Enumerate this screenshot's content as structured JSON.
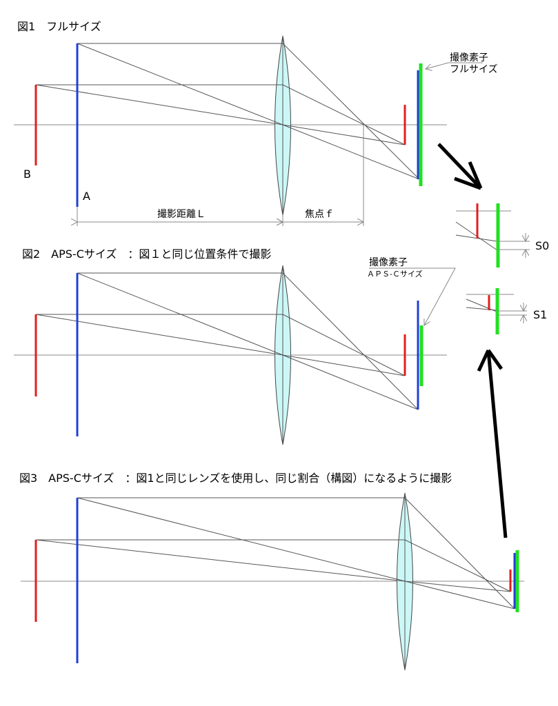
{
  "fig1": {
    "title": "図1　フルサイズ",
    "label_b": "B",
    "label_a": "A",
    "distance_label": "撮影距離Ｌ",
    "focal_label": "焦点ｆ",
    "sensor_label_1": "撮像素子",
    "sensor_label_2": "フルサイズ"
  },
  "fig2": {
    "title": "図2　APS-Cサイズ　：図１と同じ位置条件で撮影",
    "sensor_label_1": "撮像素子",
    "sensor_label_2": "ＡＰＳ-Ｃサイズ"
  },
  "fig3": {
    "title": "図3　APS-Cサイズ　：図1と同じレンズを使用し、同じ割合（構図）になるように撮影"
  },
  "insets": {
    "s0_label": "S0",
    "s1_label": "S1"
  },
  "colors": {
    "subject_b": "#e21d1d",
    "subject_a": "#1f3fd6",
    "sensor": "#22e022",
    "lens": "#ccf7f7"
  }
}
